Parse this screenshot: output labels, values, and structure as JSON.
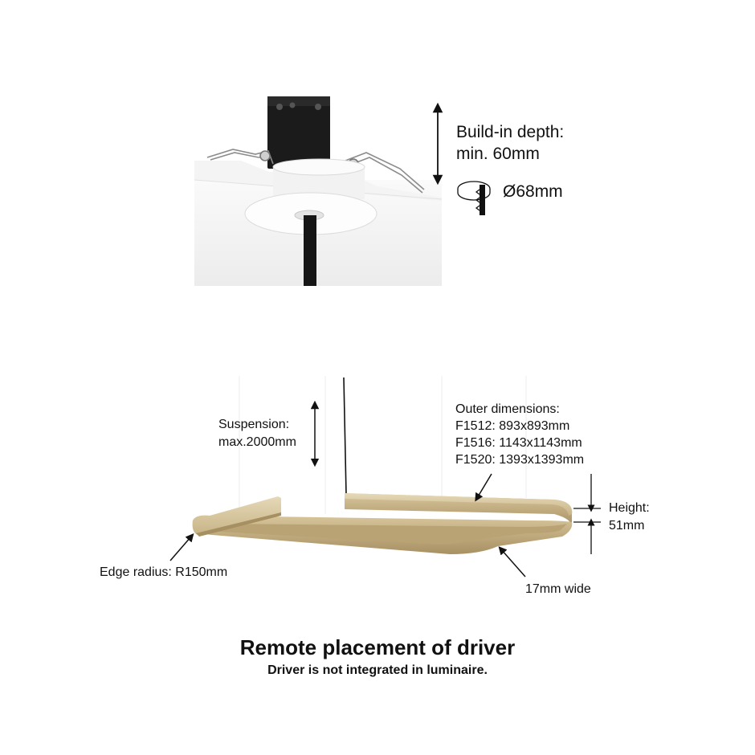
{
  "install": {
    "depth_line1": "Build-in depth:",
    "depth_line2": "min. 60mm",
    "cutout": "Ø68mm"
  },
  "pendant": {
    "suspension_line1": "Suspension:",
    "suspension_line2": "max.2000mm",
    "outer_heading": "Outer dimensions:",
    "outer_f1512": "F1512: 893x893mm",
    "outer_f1516": "F1516: 1143x1143mm",
    "outer_f1520": "F1520: 1393x1393mm",
    "height_line1": "Height:",
    "height_line2": "51mm",
    "edge_radius": "Edge radius: R150mm",
    "width": "17mm wide"
  },
  "footer": {
    "title": "Remote placement of driver",
    "subtitle": "Driver is not integrated in luminaire."
  },
  "colors": {
    "ring_gold": "#c9b68a",
    "ring_gold_light": "#e4d6b4",
    "ring_gold_dark": "#9c8659",
    "ceiling_front": "#efefef",
    "driver_black": "#1a1a1a"
  }
}
